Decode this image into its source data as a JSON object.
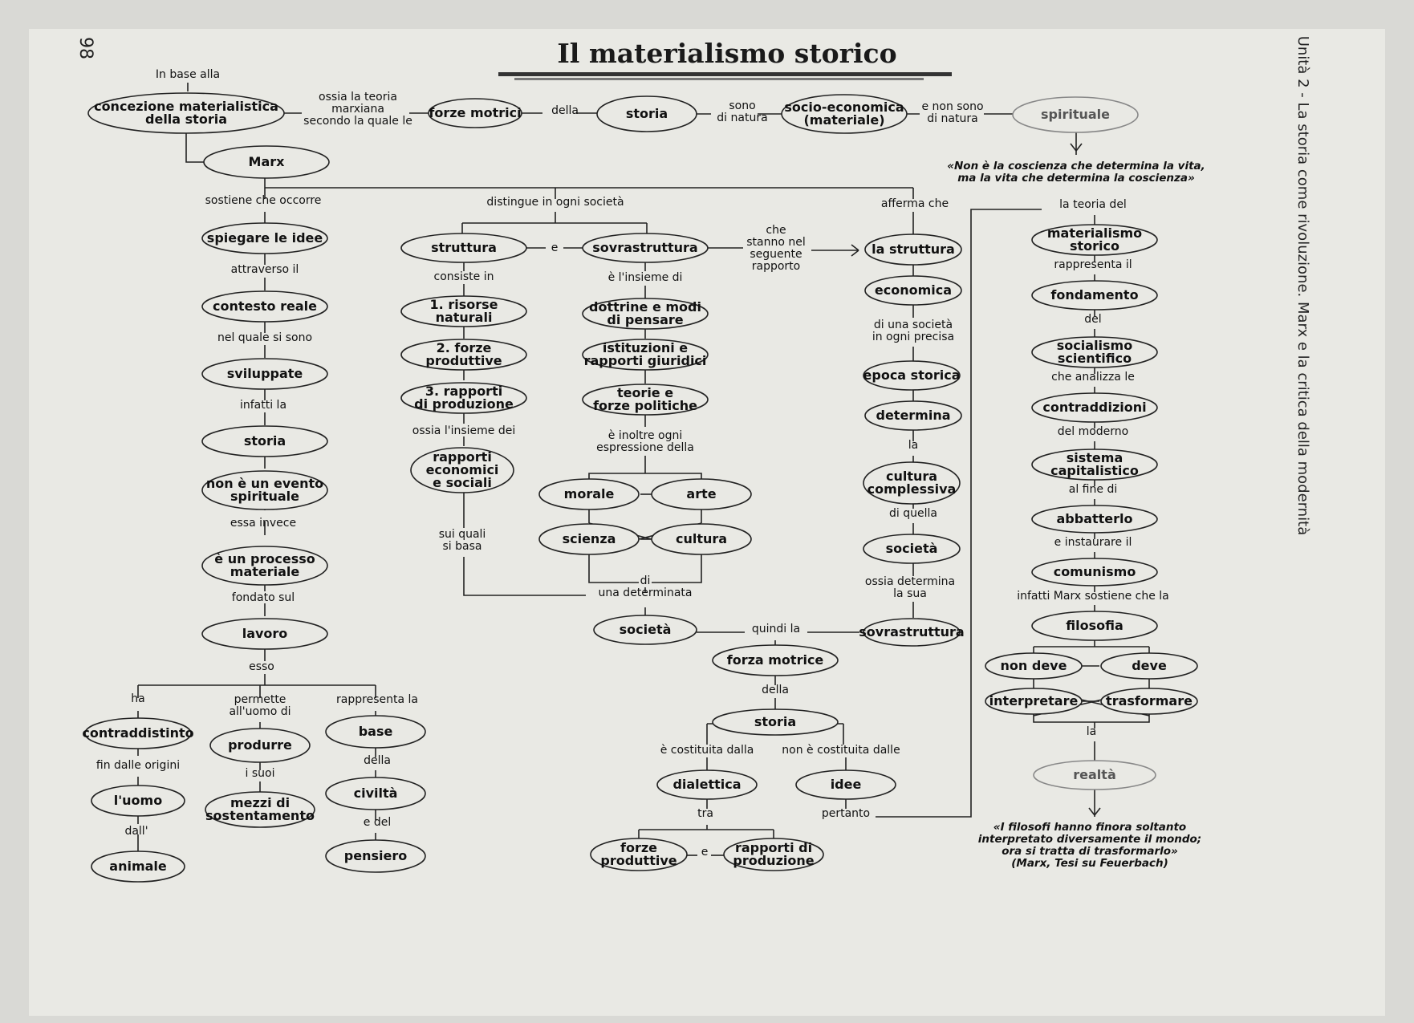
{
  "page": {
    "title": "Il materialismo storico",
    "page_number": "98",
    "side_heading": "Unità 2 - La storia come rivoluzione. Marx e la critica della modernità"
  },
  "nodes": {
    "concezione": [
      "concezione materialistica",
      "della storia"
    ],
    "forze_motrici": [
      "forze motrici"
    ],
    "storia_top": [
      "storia"
    ],
    "socio": [
      "socio-economica",
      "(materiale)"
    ],
    "spirituale": [
      "spirituale"
    ],
    "marx": [
      "Marx"
    ],
    "spiegare": [
      "spiegare le idee"
    ],
    "contesto": [
      "contesto reale"
    ],
    "sviluppate": [
      "sviluppate"
    ],
    "storia2": [
      "storia"
    ],
    "non_evento": [
      "non è un evento",
      "spirituale"
    ],
    "processo": [
      "è un processo",
      "materiale"
    ],
    "lavoro": [
      "lavoro"
    ],
    "contraddistinto": [
      "contraddistinto"
    ],
    "uomo": [
      "l'uomo"
    ],
    "animale": [
      "animale"
    ],
    "produrre": [
      "produrre"
    ],
    "mezzi": [
      "mezzi di",
      "sostentamento"
    ],
    "base": [
      "base"
    ],
    "civilta": [
      "civiltà"
    ],
    "pensiero": [
      "pensiero"
    ],
    "struttura": [
      "struttura"
    ],
    "sovrastruttura": [
      "sovrastruttura"
    ],
    "risorse": [
      "1. risorse",
      "naturali"
    ],
    "forze_prod": [
      "2. forze",
      "produttive"
    ],
    "rapporti_prod": [
      "3. rapporti",
      "di produzione"
    ],
    "rapporti_econ": [
      "rapporti",
      "economici",
      "e sociali"
    ],
    "dottrine": [
      "dottrine e modi",
      "di pensare"
    ],
    "istituzioni": [
      "istituzioni e",
      "rapporti giuridici"
    ],
    "teorie": [
      "teorie e",
      "forze politiche"
    ],
    "morale": [
      "morale"
    ],
    "arte": [
      "arte"
    ],
    "scienza": [
      "scienza"
    ],
    "cultura": [
      "cultura"
    ],
    "societa_mid": [
      "società"
    ],
    "forza_motrice": [
      "forza motrice"
    ],
    "storia3": [
      "storia"
    ],
    "dialettica": [
      "dialettica"
    ],
    "idee": [
      "idee"
    ],
    "forze_prod2": [
      "forze",
      "produttive"
    ],
    "rapporti_prod2": [
      "rapporti di",
      "produzione"
    ],
    "la_struttura": [
      "la struttura"
    ],
    "economica": [
      "economica"
    ],
    "epoca": [
      "epoca storica"
    ],
    "determina": [
      "determina"
    ],
    "cultura_compl": [
      "cultura",
      "complessiva"
    ],
    "societa_r": [
      "società"
    ],
    "sovrastruttura_r": [
      "sovrastruttura"
    ],
    "materialismo": [
      "materialismo",
      "storico"
    ],
    "fondamento": [
      "fondamento"
    ],
    "socialismo": [
      "socialismo",
      "scientifico"
    ],
    "contraddizioni": [
      "contraddizioni"
    ],
    "sistema": [
      "sistema",
      "capitalistico"
    ],
    "abbatterlo": [
      "abbatterlo"
    ],
    "comunismo": [
      "comunismo"
    ],
    "filosofia": [
      "filosofia"
    ],
    "non_deve": [
      "non deve"
    ],
    "deve": [
      "deve"
    ],
    "interpretare": [
      "interpretare"
    ],
    "trasformare": [
      "trasformare"
    ],
    "realta": [
      "realtà"
    ]
  },
  "labels": {
    "in_base": [
      "In base alla"
    ],
    "ossia_teoria": [
      "ossia la teoria",
      "marxiana",
      "secondo la quale le"
    ],
    "della1": [
      "della"
    ],
    "sono_natura": [
      "sono",
      "di natura"
    ],
    "e_non_sono": [
      "e non sono",
      "di natura"
    ],
    "sostiene": [
      "sostiene che occorre"
    ],
    "distingue": [
      "distingue in ogni società"
    ],
    "afferma": [
      "afferma che"
    ],
    "attraverso": [
      "attraverso il"
    ],
    "nel_quale": [
      "nel quale si sono"
    ],
    "infatti_la": [
      "infatti la"
    ],
    "essa_invece": [
      "essa invece"
    ],
    "fondato": [
      "fondato sul"
    ],
    "esso": [
      "esso"
    ],
    "ha": [
      "ha"
    ],
    "permette": [
      "permette",
      "all'uomo di"
    ],
    "rappresenta_la": [
      "rappresenta la"
    ],
    "fin_dalle": [
      "fin dalle origini"
    ],
    "dall": [
      "dall'"
    ],
    "i_suoi": [
      "i suoi"
    ],
    "della_civ": [
      "della"
    ],
    "e_del": [
      "e del"
    ],
    "e_struttura": [
      "e"
    ],
    "che_stanno": [
      "che",
      "stanno nel",
      "seguente",
      "rapporto"
    ],
    "consiste": [
      "consiste in"
    ],
    "insieme_di": [
      "è l'insieme di"
    ],
    "ossia_insieme": [
      "ossia l'insieme dei"
    ],
    "inoltre": [
      "è inoltre ogni",
      "espressione della"
    ],
    "sui_quali": [
      "sui quali",
      "si basa"
    ],
    "di_det": [
      "di"
    ],
    "una_det": [
      "una determinata"
    ],
    "quindi": [
      "quindi la"
    ],
    "della_storia": [
      "della"
    ],
    "costituita": [
      "è costituita dalla"
    ],
    "non_costituita": [
      "non è costituita dalle"
    ],
    "tra": [
      "tra"
    ],
    "e_forze": [
      "e"
    ],
    "pertanto": [
      "pertanto"
    ],
    "di_una_soc": [
      "di una società",
      "in ogni precisa"
    ],
    "la_r": [
      "la"
    ],
    "di_quella": [
      "di quella"
    ],
    "ossia_det": [
      "ossia determina",
      "la sua"
    ],
    "teoria_del": [
      "la teoria del"
    ],
    "rappresenta_il": [
      "rappresenta il"
    ],
    "del_r": [
      "del"
    ],
    "che_analizza": [
      "che analizza le"
    ],
    "del_moderno": [
      "del moderno"
    ],
    "al_fine": [
      "al fine di"
    ],
    "e_instaurare": [
      "e instaurare il"
    ],
    "infatti_marx": [
      "infatti Marx sostiene che la"
    ],
    "la_realta": [
      "la"
    ]
  },
  "quotes": {
    "coscienza": [
      "«Non è la coscienza che determina la vita,",
      "ma la vita che determina la coscienza»"
    ],
    "filosofi": [
      "«I filosofi hanno finora soltanto",
      "interpretato diversamente il mondo;",
      "ora si tratta di trasformarlo»",
      "(Marx, Tesi su Feuerbach)"
    ]
  }
}
